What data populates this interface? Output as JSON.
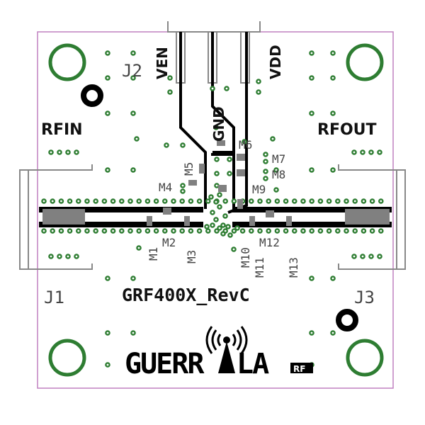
{
  "board": {
    "title": "GRF400X_RevC",
    "logo": "GUERRILLA RF",
    "colors": {
      "outline": "#c080c0",
      "via": "#2e7d32",
      "copper": "#000000",
      "pad": "#808080",
      "silk": "#444444"
    }
  },
  "connectors": {
    "j1": "J1",
    "j2": "J2",
    "j3": "J3"
  },
  "ports": {
    "rfin": "RFIN",
    "rfout": "RFOUT",
    "ven": "VEN",
    "gnd": "GND",
    "vdd": "VDD"
  },
  "components": {
    "m1": "M1",
    "m2": "M2",
    "m3": "M3",
    "m4": "M4",
    "m5": "M5",
    "m6": "M6",
    "m7": "M7",
    "m8": "M8",
    "m9": "M9",
    "m10": "M10",
    "m11": "M11",
    "m12": "M12",
    "m13": "M13"
  }
}
